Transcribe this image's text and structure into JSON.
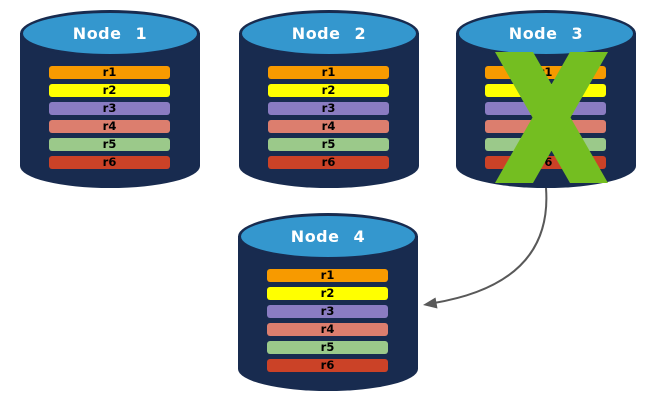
{
  "palette": {
    "background": "#FFFFFF",
    "cylinder_body": "#182B4F",
    "cylinder_top": "#3497CE",
    "node_label_text": "#FFFFFF",
    "record_text": "#000000"
  },
  "nodes": [
    {
      "label": "Node 1",
      "failed": false,
      "records": [
        {
          "label": "r1",
          "color": "#F79A00"
        },
        {
          "label": "r2",
          "color": "#FFFF00"
        },
        {
          "label": "r3",
          "color": "#8A7CC2"
        },
        {
          "label": "r4",
          "color": "#DC7E6E"
        },
        {
          "label": "r5",
          "color": "#9BC98A"
        },
        {
          "label": "r6",
          "color": "#CB4227"
        }
      ]
    },
    {
      "label": "Node 2",
      "failed": false,
      "records": [
        {
          "label": "r1",
          "color": "#F79A00"
        },
        {
          "label": "r2",
          "color": "#FFFF00"
        },
        {
          "label": "r3",
          "color": "#8A7CC2"
        },
        {
          "label": "r4",
          "color": "#DC7E6E"
        },
        {
          "label": "r5",
          "color": "#9BC98A"
        },
        {
          "label": "r6",
          "color": "#CB4227"
        }
      ]
    },
    {
      "label": "Node 3",
      "failed": true,
      "records": [
        {
          "label": "r1",
          "color": "#F79A00"
        },
        {
          "label": "r2",
          "color": "#FFFF00"
        },
        {
          "label": "r3",
          "color": "#8A7CC2"
        },
        {
          "label": "r4",
          "color": "#DC7E6E"
        },
        {
          "label": "r5",
          "color": "#9BC98A"
        },
        {
          "label": "r6",
          "color": "#CB4227"
        }
      ]
    },
    {
      "label": "Node 4",
      "failed": false,
      "records": [
        {
          "label": "r1",
          "color": "#F79A00"
        },
        {
          "label": "r2",
          "color": "#FFFF00"
        },
        {
          "label": "r3",
          "color": "#8A7CC2"
        },
        {
          "label": "r4",
          "color": "#DC7E6E"
        },
        {
          "label": "r5",
          "color": "#9BC98A"
        },
        {
          "label": "r6",
          "color": "#CB4227"
        }
      ]
    }
  ],
  "annotations": {
    "failed_node_x": {
      "color": "#74BE21",
      "over": "Node 3"
    },
    "transfer_arrow": {
      "color": "#595959",
      "from": "Node 3",
      "to": "Node 4"
    }
  }
}
